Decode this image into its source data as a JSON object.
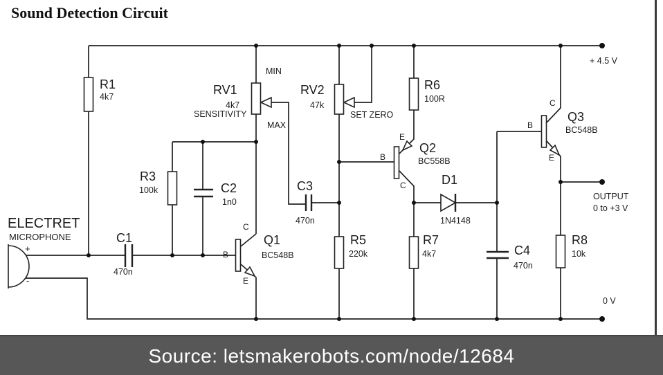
{
  "title": "Sound Detection Circuit",
  "source_bar": "Source: letsmakerobots.com/node/12684",
  "power": {
    "vcc": "+ 4.5 V",
    "gnd": "0 V"
  },
  "output": {
    "label": "OUTPUT",
    "range": "0 to +3 V"
  },
  "mic": {
    "line1": "ELECTRET",
    "line2": "MICROPHONE",
    "plus": "+",
    "minus": "-"
  },
  "pots": {
    "rv1": {
      "ref": "RV1",
      "value": "4k7",
      "caption": "SENSITIVITY",
      "min": "MIN",
      "max": "MAX"
    },
    "rv2": {
      "ref": "RV2",
      "value": "47k",
      "caption": "SET ZERO"
    }
  },
  "resistors": {
    "r1": {
      "ref": "R1",
      "value": "4k7"
    },
    "r3": {
      "ref": "R3",
      "value": "100k"
    },
    "r5": {
      "ref": "R5",
      "value": "220k"
    },
    "r6": {
      "ref": "R6",
      "value": "100R"
    },
    "r7": {
      "ref": "R7",
      "value": "4k7"
    },
    "r8": {
      "ref": "R8",
      "value": "10k"
    }
  },
  "capacitors": {
    "c1": {
      "ref": "C1",
      "value": "470n"
    },
    "c2": {
      "ref": "C2",
      "value": "1n0"
    },
    "c3": {
      "ref": "C3",
      "value": "470n"
    },
    "c4": {
      "ref": "C4",
      "value": "470n"
    }
  },
  "transistors": {
    "q1": {
      "ref": "Q1",
      "part": "BC548B",
      "b": "B",
      "c": "C",
      "e": "E"
    },
    "q2": {
      "ref": "Q2",
      "part": "BC558B",
      "b": "B",
      "c": "C",
      "e": "E"
    },
    "q3": {
      "ref": "Q3",
      "part": "BC548B",
      "b": "B",
      "c": "C",
      "e": "E"
    }
  },
  "diodes": {
    "d1": {
      "ref": "D1",
      "part": "1N4148"
    }
  },
  "colors": {
    "bar_bg": "#575757",
    "bar_text": "#ffffff",
    "line": "#1c1c1c"
  }
}
